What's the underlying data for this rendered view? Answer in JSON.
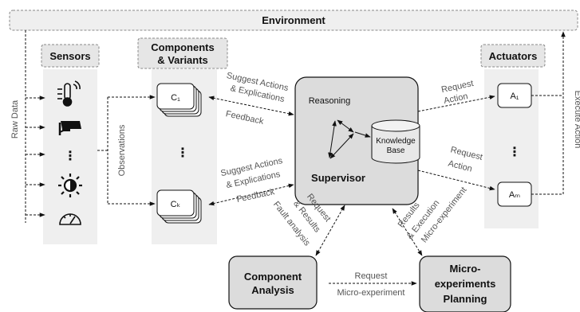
{
  "environment": "Environment",
  "sensors": "Sensors",
  "components_title": [
    "Components",
    "& Variants"
  ],
  "actuators": "Actuators",
  "raw_data": "Raw Data",
  "observations": "Observations",
  "execute_action": "Execute Action",
  "components": {
    "c1": "C₁",
    "ck": "Cₖ",
    "dots": "⋮"
  },
  "actuator_items": {
    "a1": "A₁",
    "am": "Aₘ",
    "dots": "⋮"
  },
  "sensor_icons": [
    "thermometer-icon",
    "security-camera-icon",
    "vertical-ellipsis-icon",
    "brightness-icon",
    "gauge-icon"
  ],
  "sensor_dots": "⋮",
  "top_exchange": {
    "line1": "Suggest Actions",
    "line2": "& Explications",
    "feedback": "Feedback"
  },
  "bottom_exchange": {
    "line1": "Suggest Actions",
    "line2": "& Explications",
    "feedback": "Feedback"
  },
  "request_action_top": [
    "Request",
    "Action"
  ],
  "request_action_bottom": [
    "Request",
    "Action"
  ],
  "supervisor": {
    "reasoning": "Reasoning",
    "kb": [
      "Knowledge",
      "Base"
    ],
    "title": "Supervisor"
  },
  "left_diag": [
    "Request",
    "& Results",
    "Fault analysis"
  ],
  "right_diag": [
    "Results",
    "& Execution",
    "Micro-experiment"
  ],
  "component_analysis": [
    "Component",
    "Analysis"
  ],
  "micro_planning": [
    "Micro-",
    "experiments",
    "Planning"
  ],
  "bottom_arrow": [
    "Request",
    "Micro-experiment"
  ]
}
